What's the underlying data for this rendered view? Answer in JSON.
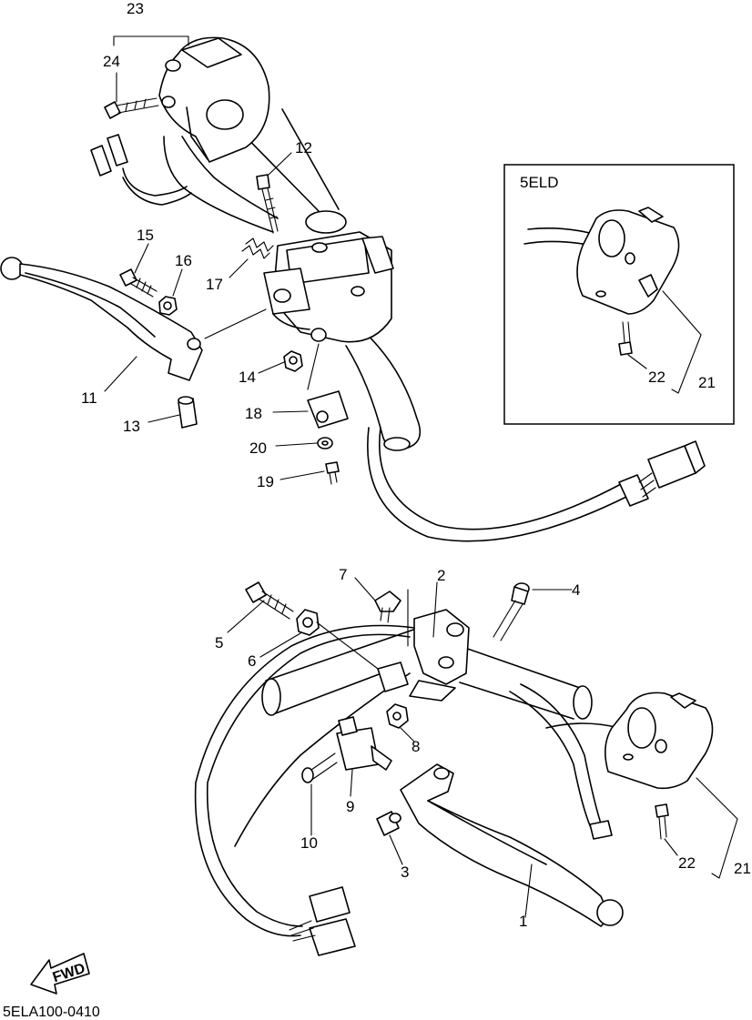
{
  "labels": {
    "l1": "1",
    "l2": "2",
    "l3": "3",
    "l4": "4",
    "l5": "5",
    "l6": "6",
    "l7": "7",
    "l8": "8",
    "l9": "9",
    "l10": "10",
    "l11": "11",
    "l12": "12",
    "l13": "13",
    "l14": "14",
    "l15": "15",
    "l16": "16",
    "l17": "17",
    "l18": "18",
    "l19": "19",
    "l20": "20",
    "l21a": "21",
    "l21b": "21",
    "l22a": "22",
    "l22b": "22",
    "l23": "23",
    "l24": "24"
  },
  "inset": {
    "title": "5ELD"
  },
  "fwd": "FWD",
  "diagram_code": "5ELA100-0410"
}
